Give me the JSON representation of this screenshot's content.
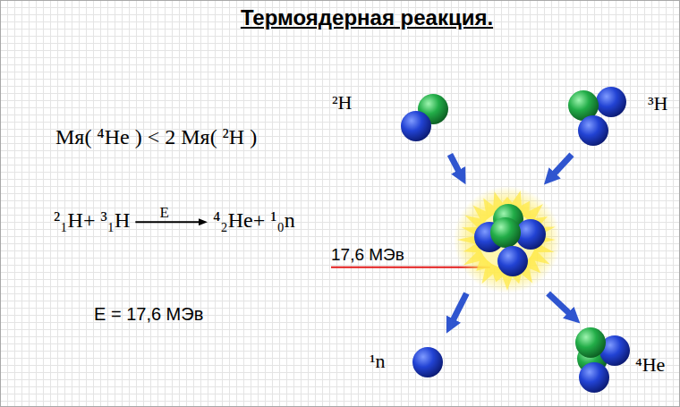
{
  "diagram": {
    "title": "Термоядерная реакция.",
    "nodes": [
      {
        "text": [
          "²H"
        ]
      },
      {
        "text": [
          "³H"
        ]
      },
      {
        "text": [
          "17,6 МЭв"
        ]
      },
      {
        "text": [
          "¹n"
        ]
      },
      {
        "text": [
          "⁴He"
        ]
      }
    ],
    "edges": [
      {
        "from": 0,
        "to": 2,
        "arrow": "to"
      },
      {
        "from": 1,
        "to": 2,
        "arrow": "to"
      },
      {
        "from": 2,
        "to": 3,
        "arrow": "to"
      },
      {
        "from": 2,
        "to": 4,
        "arrow": "to"
      }
    ],
    "labels": [
      "Mя( ⁴He ) < 2 Mя( ²H )",
      "²₁H+ ³₁H",
      "E",
      "⁴₂He+ ¹₀n",
      "E = 17,6 МЭв"
    ]
  }
}
